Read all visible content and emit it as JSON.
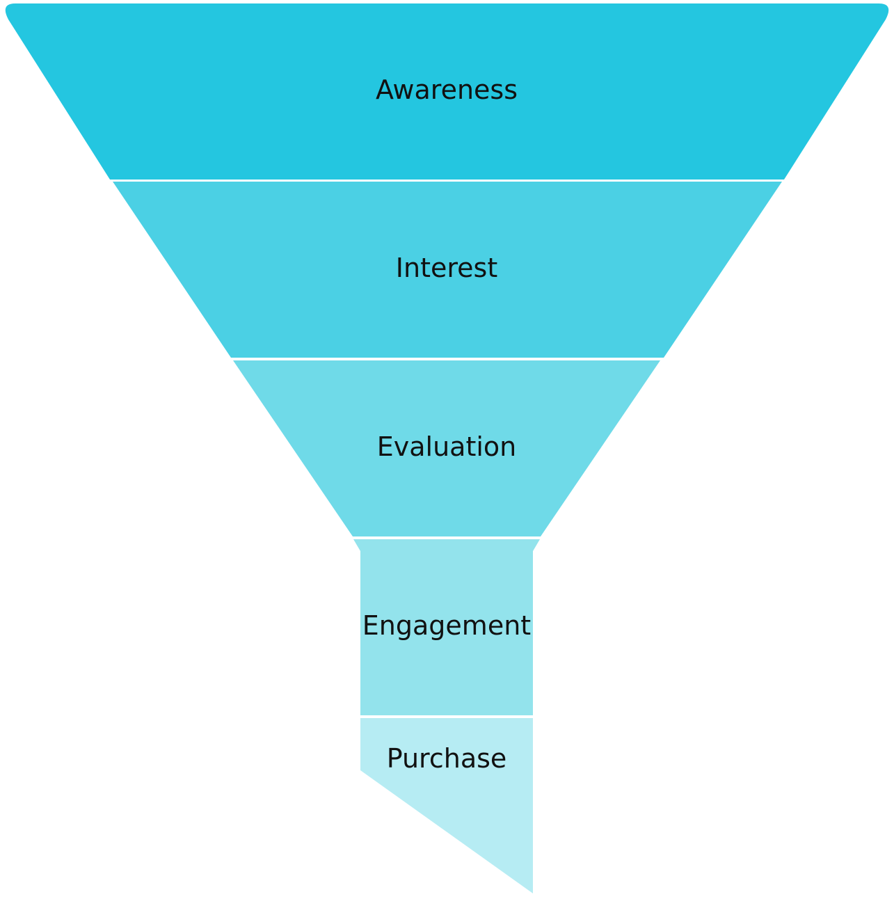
{
  "funnel": {
    "stages": [
      {
        "label": "Awareness",
        "color": "#24C6E0"
      },
      {
        "label": "Interest",
        "color": "#4BD0E4"
      },
      {
        "label": "Evaluation",
        "color": "#6FDAE8"
      },
      {
        "label": "Engagement",
        "color": "#93E3EC"
      },
      {
        "label": "Purchase",
        "color": "#B6ECF3"
      }
    ]
  }
}
